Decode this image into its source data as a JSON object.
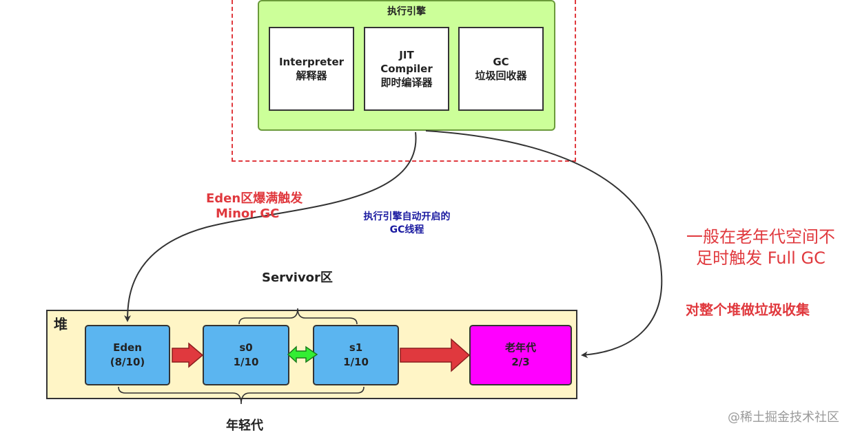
{
  "engine": {
    "title": "执行引擎",
    "components": [
      {
        "line1": "Interpreter",
        "line2": "解释器"
      },
      {
        "line1": "JIT",
        "line2": "Compiler",
        "line3": "即时编译器"
      },
      {
        "line1": "GC",
        "line2": "垃圾回收器"
      }
    ]
  },
  "annotations": {
    "minor_gc_line1": "Eden区爆满触发",
    "minor_gc_line2": "Minor GC",
    "gc_thread_line1": "执行引擎自动开启的",
    "gc_thread_line2": "GC线程",
    "servivor": "Servivor区",
    "young_gen": "年轻代",
    "full_gc_line1": "一般在老年代空间不",
    "full_gc_line2": "足时触发  Full GC",
    "whole_heap": "对整个堆做垃圾收集"
  },
  "heap": {
    "label": "堆",
    "eden": {
      "name": "Eden",
      "ratio": "(8/10)"
    },
    "s0": {
      "name": "s0",
      "ratio": "1/10"
    },
    "s1": {
      "name": "s1",
      "ratio": "1/10"
    },
    "old": {
      "name": "老年代",
      "ratio": "2/3"
    }
  },
  "watermark": "@稀土掘金技术社区",
  "colors": {
    "dashed_border": "#e0393e",
    "engine_fill": "#ccff99",
    "heap_fill": "#fff5c6",
    "young_box": "#5bb5f0",
    "old_box": "#ff00ff",
    "arrow_red": "#e0393e",
    "arrow_green": "#33ee33"
  }
}
